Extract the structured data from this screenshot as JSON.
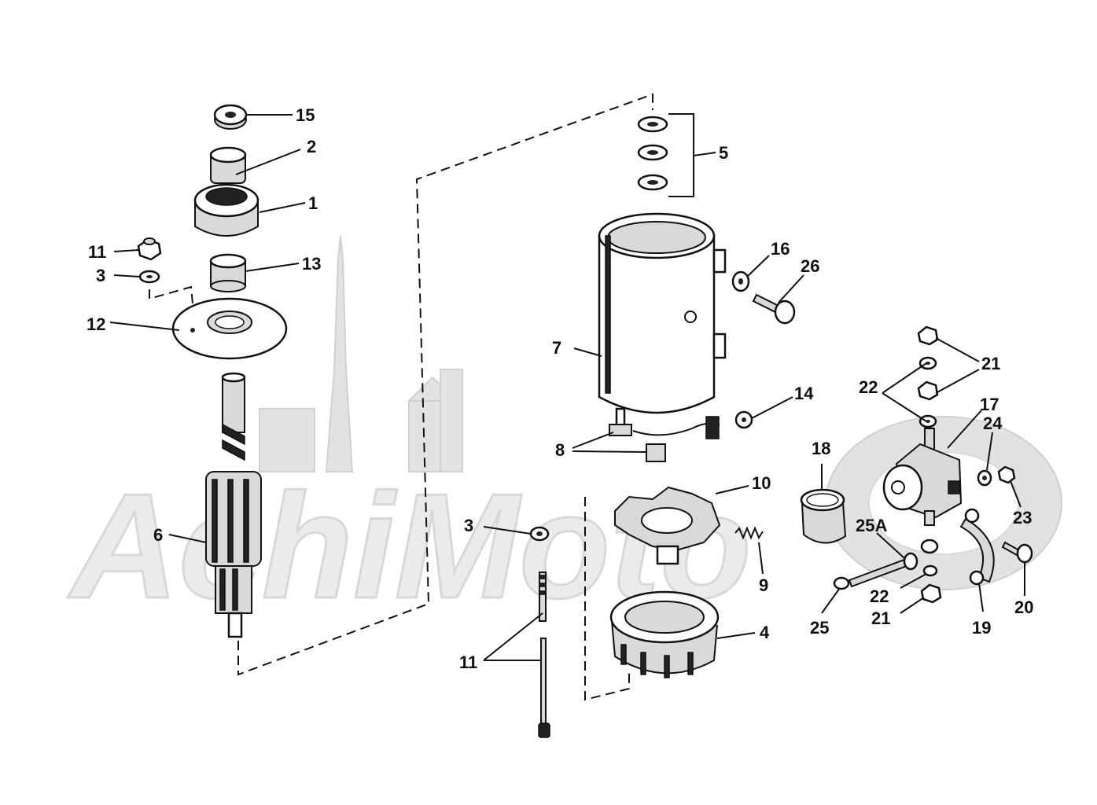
{
  "diagram": {
    "watermark_text": "AchiMoto",
    "callouts": {
      "c1": "1",
      "c2": "2",
      "c3a": "3",
      "c3b": "3",
      "c4": "4",
      "c5": "5",
      "c6": "6",
      "c7": "7",
      "c8": "8",
      "c9": "9",
      "c10": "10",
      "c11a": "11",
      "c11b": "11",
      "c12": "12",
      "c13": "13",
      "c14": "14",
      "c15": "15",
      "c16": "16",
      "c17": "17",
      "c18": "18",
      "c19": "19",
      "c20": "20",
      "c21a": "21",
      "c21b": "21",
      "c22a": "22",
      "c22b": "22",
      "c23": "23",
      "c24": "24",
      "c25": "25",
      "c25a": "25A",
      "c26": "26"
    }
  }
}
